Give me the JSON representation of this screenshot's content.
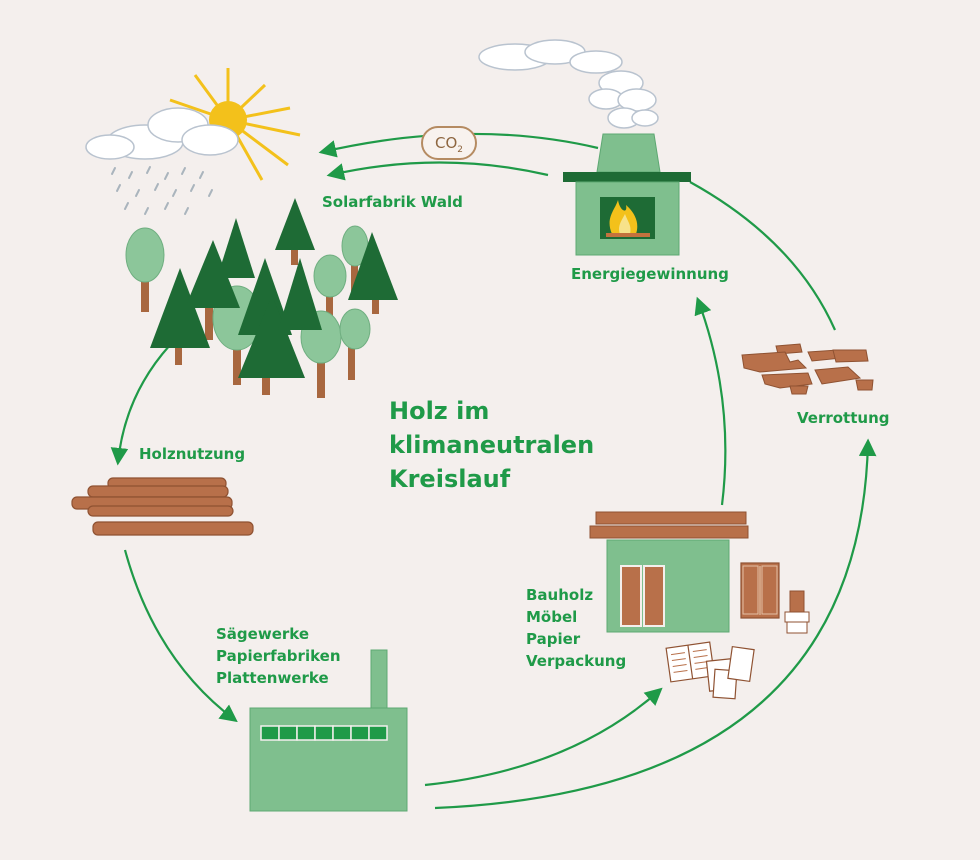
{
  "diagram": {
    "title": [
      "Holz im",
      "klimaneutralen",
      "Kreislauf"
    ],
    "co2_label": "CO",
    "co2_subscript": "2",
    "stages": {
      "forest": "Solarfabrik Wald",
      "harvest": "Holznutzung",
      "processing": [
        "Sägewerke",
        "Papierfabriken",
        "Plattenwerke"
      ],
      "products": [
        "Bauholz",
        "Möbel",
        "Papier",
        "Verpackung"
      ],
      "energy": "Energiegewinnung",
      "decay": "Verrottung"
    }
  },
  "colors": {
    "background": "#f4efed",
    "accent_green": "#1f9a48",
    "dark_green": "#1e6b35",
    "light_green": "#7fbf8e",
    "wood_brown": "#b8704a",
    "sun_yellow": "#f3c11b"
  }
}
